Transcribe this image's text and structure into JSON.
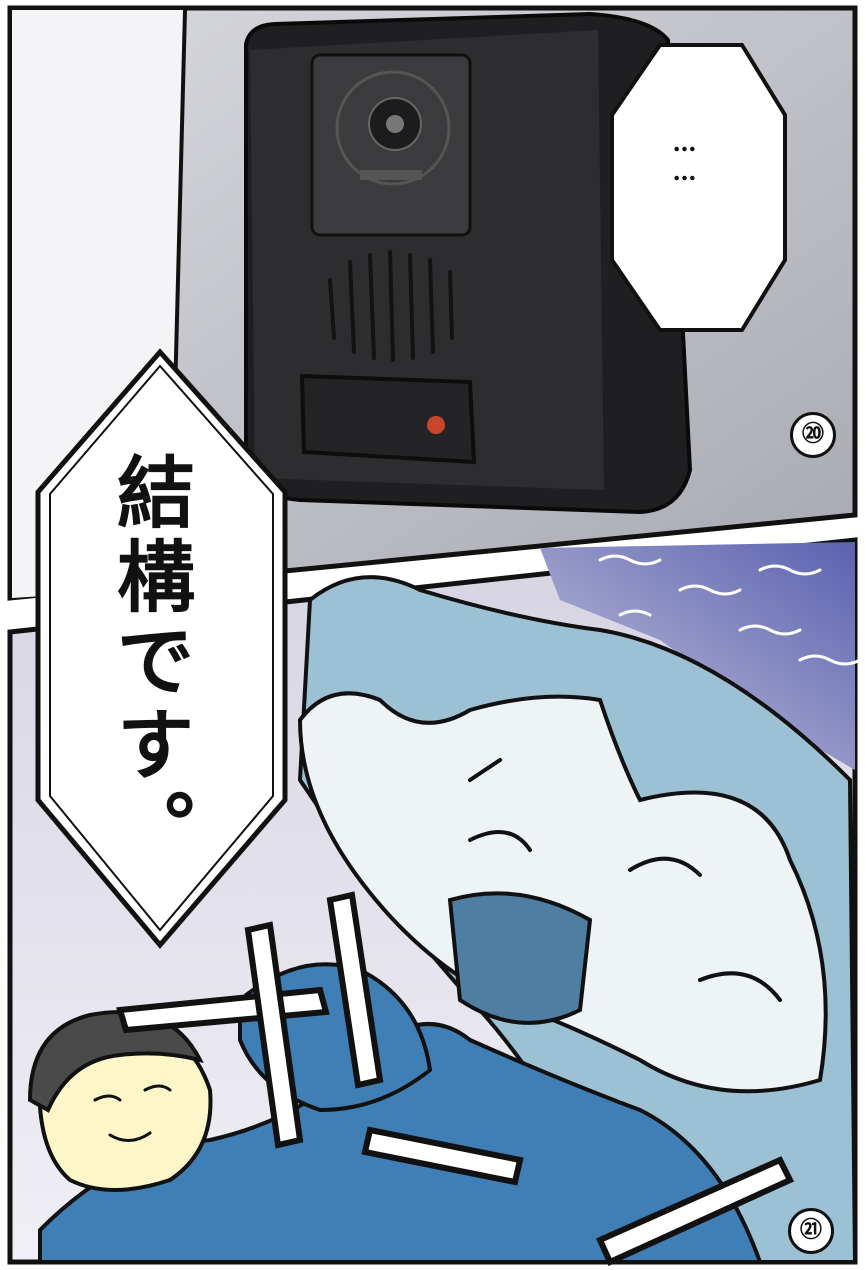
{
  "panels": [
    {
      "number": "⑳",
      "speech": "……"
    },
    {
      "number": "㉑",
      "speech": "結構です。"
    }
  ],
  "colors": {
    "wall": "#c9cbd0",
    "intercom_body": "#2a2a2c",
    "intercom_light": "#c8462c",
    "coat_blue": "#3f7fb5",
    "fabric_blue": "#9cc1d4",
    "night_sky": "#6f72b0",
    "skin": "#fdf6c9",
    "hair": "#4a4a4a"
  },
  "icons": [
    "intercom-camera-icon",
    "intercom-speaker-icon",
    "indicator-light-icon"
  ]
}
